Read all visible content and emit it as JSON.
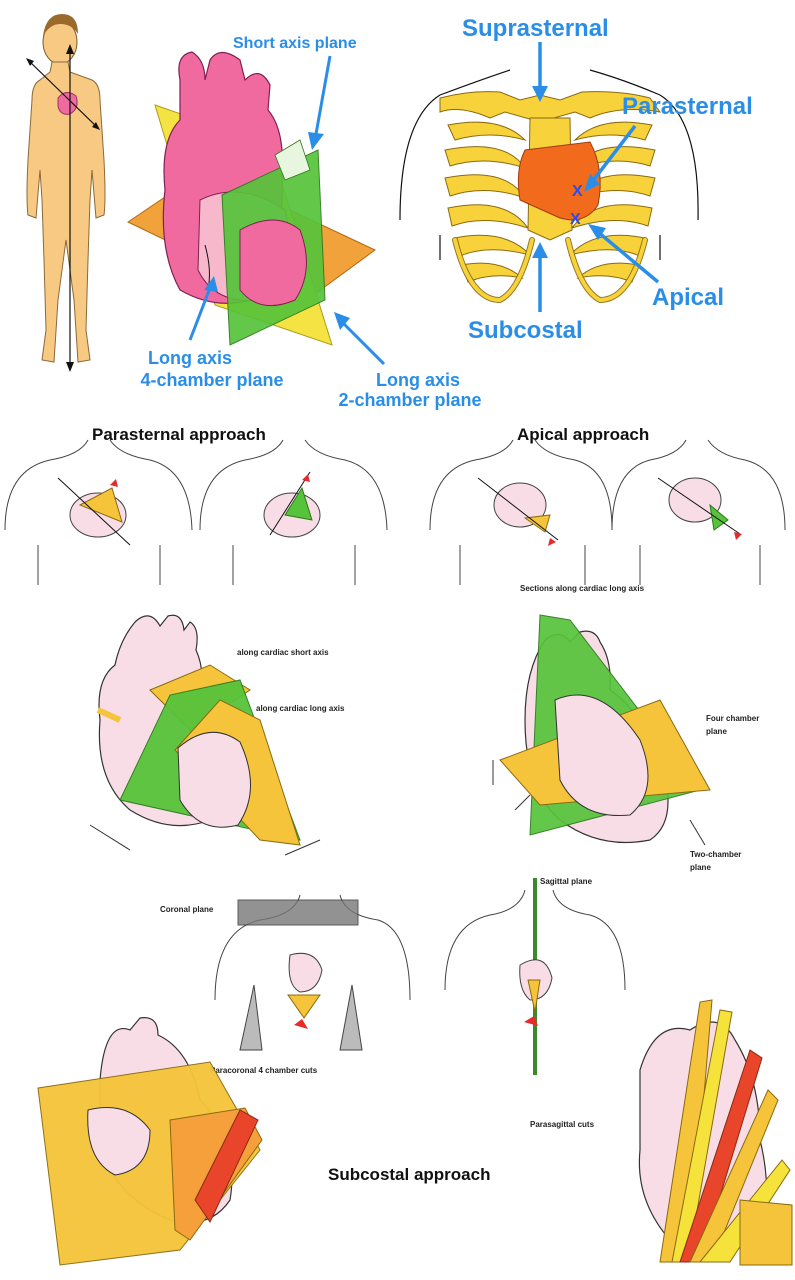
{
  "labels": {
    "short_axis_plane": "Short axis plane",
    "long_axis_4ch_line1": "Long axis",
    "long_axis_4ch_line2": "4-chamber plane",
    "long_axis_2ch_line1": "Long axis",
    "long_axis_2ch_line2": "2-chamber plane",
    "suprasternal": "Suprasternal",
    "parasternal": "Parasternal",
    "apical": "Apical",
    "subcostal": "Subcostal",
    "parasternal_approach": "Parasternal approach",
    "apical_approach": "Apical approach",
    "sections_long_axis": "Sections along cardiac long axis",
    "along_short_axis": "along cardiac short axis",
    "along_long_axis": "along cardiac long axis",
    "four_chamber_line1": "Four chamber",
    "four_chamber_line2": "plane",
    "two_chamber_line1": "Two-chamber",
    "two_chamber_line2": "plane",
    "coronal_plane": "Coronal plane",
    "sagittal_plane": "Sagittal plane",
    "paracoronal_cuts": "Paracoronal 4 chamber cuts",
    "parasagittal_cuts": "Parasagittal cuts",
    "subcostal_approach": "Subcostal approach",
    "transducer_marker": "X"
  },
  "colors": {
    "label_blue": "#2a8ee8",
    "heart_pink": "#f06aa0",
    "heart_light": "#f8dde6",
    "skin": "#f7c983",
    "plane_green": "#56c33a",
    "plane_yellow": "#f5e23a",
    "plane_orange": "#f2a23a",
    "plane_red": "#e8452a",
    "rib_yellow": "#f7d23a",
    "heart_orange": "#f26a1c"
  }
}
